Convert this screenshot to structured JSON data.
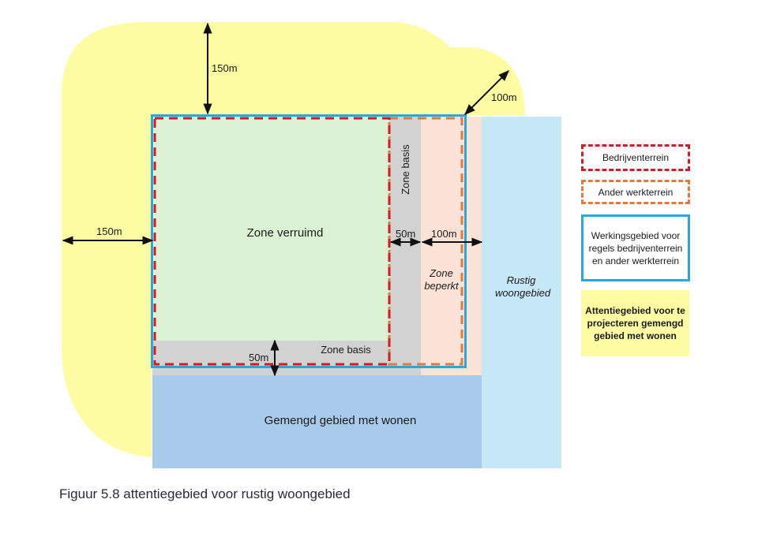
{
  "figure": {
    "caption": "Figuur 5.8 attentiegebied voor rustig woongebied"
  },
  "zones": {
    "zone_verruimd": "Zone verruimd",
    "zone_basis_vertical": "Zone basis",
    "zone_basis_horizontal": "Zone basis",
    "zone_beperkt_line1": "Zone",
    "zone_beperkt_line2": "beperkt",
    "rustig_line1": "Rustig",
    "rustig_line2": "woongebied",
    "gemengd": "Gemengd gebied met wonen"
  },
  "dimensions": {
    "top_150": "150m",
    "left_150": "150m",
    "corner_100": "100m",
    "right_50": "50m",
    "right_100": "100m",
    "bottom_50": "50m"
  },
  "legend": {
    "bedrijventerrein": "Bedrijventerrein",
    "ander_werkterrein": "Ander werkterrein",
    "werkingsgebied": "Werkingsgebied voor regels bedrijventerrein en ander werkterrein",
    "attentiegebied": "Attentiegebied voor te projecteren gemengd gebied met wonen"
  },
  "colors": {
    "attentiegebied": "#fdfca3",
    "zone_verruimd": "#daf2d3",
    "zone_basis": "#d2d2d2",
    "zone_beperkt": "#fbe2d6",
    "rustig_woongebied": "#c6e7f6",
    "gemengd_gebied": "#a8cbec",
    "bedrijventerrein_border": "#d71920",
    "ander_werkterrein_border": "#e07a3f",
    "werkingsgebied_border": "#29a8dd"
  }
}
